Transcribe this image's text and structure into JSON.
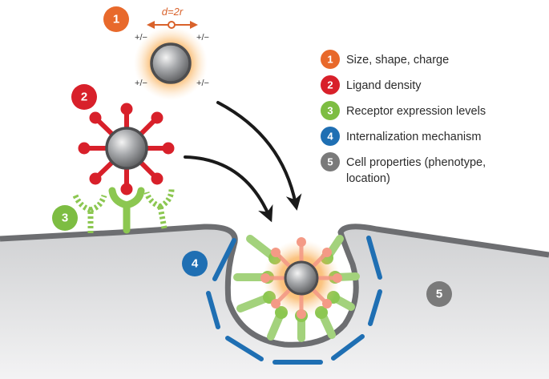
{
  "diagram": {
    "size_label": "d=2r",
    "charge_symbol": "+/−",
    "badges": [
      {
        "num": "1",
        "color": "#e8692b"
      },
      {
        "num": "2",
        "color": "#d8202a"
      },
      {
        "num": "3",
        "color": "#7dbd42"
      },
      {
        "num": "4",
        "color": "#1f6fb3"
      },
      {
        "num": "5",
        "color": "#7a7a7a"
      }
    ],
    "legend": [
      {
        "num": "1",
        "color": "#e8692b",
        "lines": [
          "Size, shape, charge"
        ]
      },
      {
        "num": "2",
        "color": "#d8202a",
        "lines": [
          "Ligand density"
        ]
      },
      {
        "num": "3",
        "color": "#7dbd42",
        "lines": [
          "Receptor expression levels"
        ]
      },
      {
        "num": "4",
        "color": "#1f6fb3",
        "lines": [
          "Internalization mechanism"
        ]
      },
      {
        "num": "5",
        "color": "#7a7a7a",
        "lines": [
          "Cell properties (phenotype,",
          "location)"
        ]
      }
    ],
    "colors": {
      "size_arrow": "#d9622b",
      "ligand": "#d8202a",
      "receptor": "#8cc751",
      "membrane": "#6d6e71",
      "cell_fill": "#d9dadc",
      "coat": "#1f6fb3",
      "glow": "#f7941d"
    }
  }
}
